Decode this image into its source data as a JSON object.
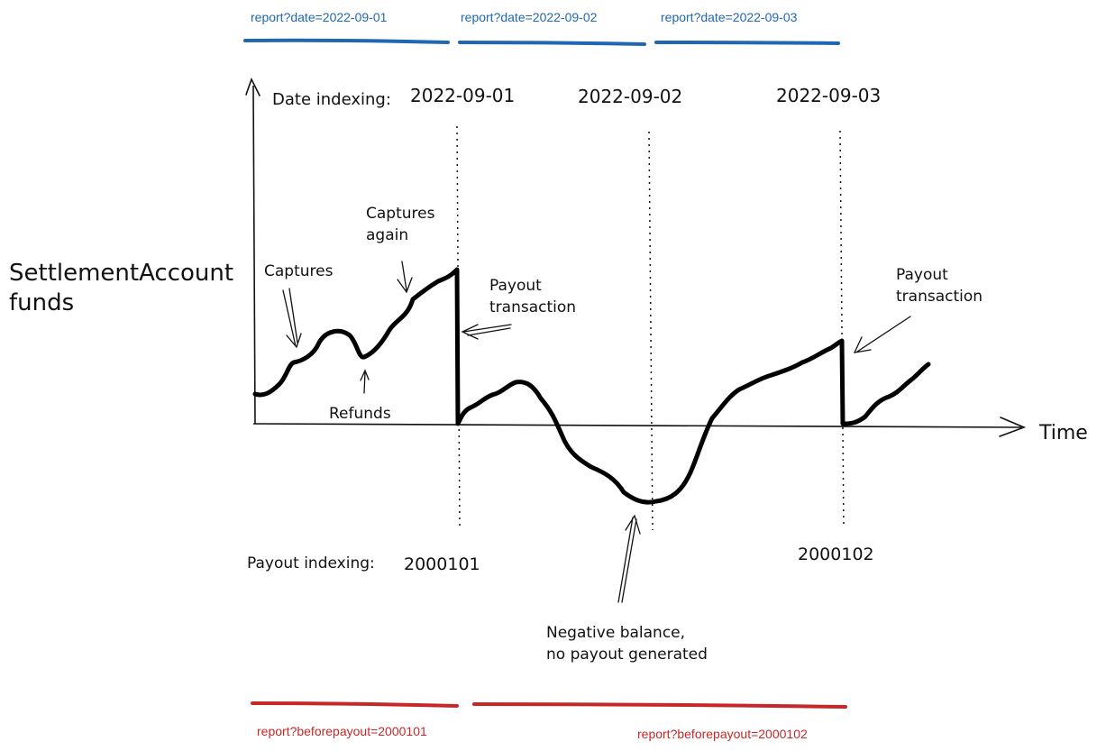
{
  "date_reports": [
    {
      "label": "report?date=2022-09-01",
      "color": "#1f67b3"
    },
    {
      "label": "report?date=2022-09-02",
      "color": "#1f67b3"
    },
    {
      "label": "report?date=2022-09-03",
      "color": "#1f67b3"
    }
  ],
  "payout_reports": [
    {
      "label": "report?beforepayout=2000101",
      "color": "#c62828"
    },
    {
      "label": "report?beforepayout=2000102",
      "color": "#c62828"
    }
  ],
  "axes": {
    "y_label": "SettlementAccount funds",
    "x_label": "Time"
  },
  "date_indexing": {
    "label": "Date indexing:",
    "dates": [
      "2022-09-01",
      "2022-09-02",
      "2022-09-03"
    ]
  },
  "payout_indexing": {
    "label": "Payout indexing:",
    "ids": [
      "2000101",
      "2000102"
    ]
  },
  "annotations": {
    "captures": "Captures",
    "captures_again": "Captures again",
    "refunds": "Refunds",
    "payout_transaction_1": "Payout transaction",
    "payout_transaction_2": "Payout transaction",
    "negative_balance": "Negative balance, no payout generated"
  }
}
